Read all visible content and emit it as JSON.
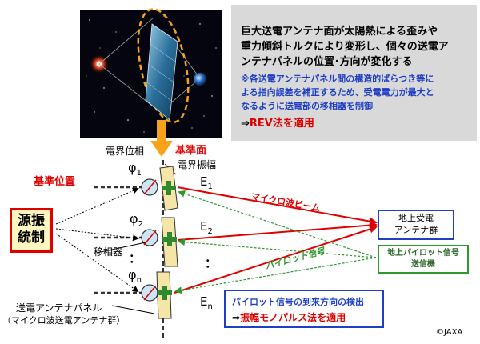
{
  "description": {
    "line1": "巨大送電アンテナ面が太陽熱による歪みや",
    "line2": "重力傾斜トルクにより変形し、個々の送電ア",
    "line3": "ンテナパネルの位置･方向が変化する",
    "note1": "※各送電アンテナパネル間の構造的ばらつき等に",
    "note2": "よる指向誤差を補正するため、受電電力が最大と",
    "note3": "なるように送電部の移相器を制御",
    "rev_arrow": "⇒",
    "rev_text": "REV法を適用"
  },
  "labels": {
    "reference_plane": "基準面",
    "field_phase": "電界位相",
    "field_amplitude": "電界振幅",
    "reference_position": "基準位置",
    "oscillator_line1": "源振",
    "oscillator_line2": "統制",
    "phi1": "φ",
    "phi1_sub": "1",
    "phi2": "φ",
    "phi2_sub": "2",
    "phin": "φ",
    "phin_sub": "n",
    "e1": "E",
    "e1_sub": "1",
    "e2": "E",
    "e2_sub": "2",
    "en": "E",
    "en_sub": "n",
    "dots": "：",
    "phase_shifter": "移相器",
    "panel_line1": "送電アンテナパネル",
    "panel_line2": "（マイクロ波送電アンテナ群）",
    "microwave_beam": "マイクロ波ビーム",
    "pilot_signal": "パイロット信号",
    "receiver_line1": "地上受電",
    "receiver_line2": "アンテナ群",
    "pilot_tx_line1": "地上パイロット信号",
    "pilot_tx_line2": "送信機",
    "detect_text": "パイロット信号の到来方向の検出",
    "mono_arrow": "⇒",
    "mono_text": "振幅モノパルス法を適用",
    "copyright": "©JAXA"
  },
  "colors": {
    "red": "#e00000",
    "blue": "#1f3fc4",
    "green": "#2e9a2e",
    "orange": "#f7a21b",
    "panel": "#f5e6a8",
    "grey_box": "#d9d9d9"
  }
}
